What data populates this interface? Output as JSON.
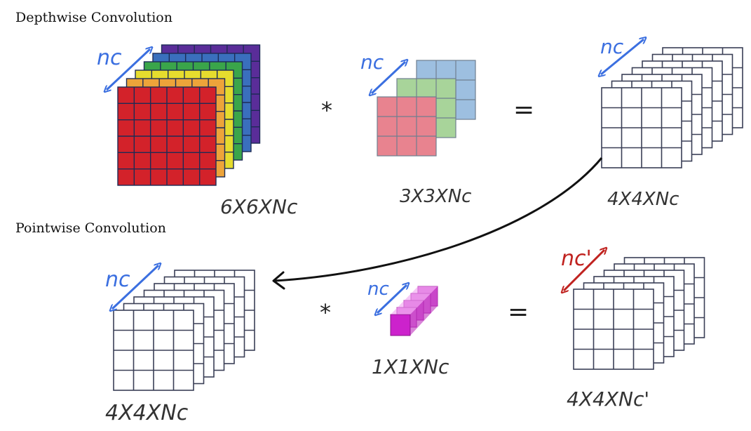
{
  "headings": {
    "depthwise": "Depthwise Convolution",
    "pointwise": "Pointwise Convolution"
  },
  "depthwise": {
    "input_dims": "6X6XNc",
    "filter_dims": "3X3XNc",
    "output_dims": "4X4XNc",
    "input_depth_label": "nc",
    "filter_depth_label": "nc",
    "output_depth_label": "nc",
    "operator": "*",
    "equals": "=",
    "layer_colors": [
      "#5a2d99",
      "#3a6fbd",
      "#3aa54a",
      "#e6dc2e",
      "#eda43a",
      "#d3222a"
    ],
    "filter_colors": [
      "#9dbfe0",
      "#a8d49a",
      "#e8838f"
    ]
  },
  "pointwise": {
    "input_dims": "4X4XNc",
    "filter_dims": "1X1XNc",
    "output_dims": "4X4XNc'",
    "input_depth_label": "nc",
    "filter_depth_label": "nc",
    "output_depth_label": "nc'",
    "operator": "*",
    "equals": "=",
    "filter_color": "#cc33cc"
  },
  "annotation_colors": {
    "blue": "#3b6fe0",
    "red": "#c0221f"
  }
}
